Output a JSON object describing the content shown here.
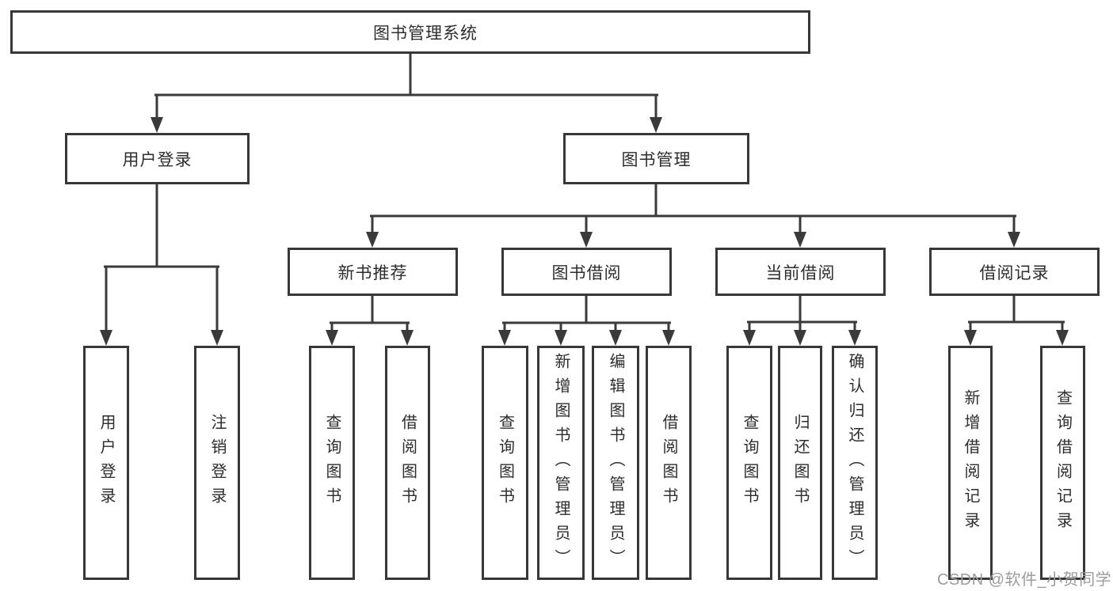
{
  "diagram": {
    "root": {
      "label": "图书管理系统"
    },
    "level2": {
      "user_login": {
        "label": "用户登录",
        "children": [
          "用户登录",
          "注销登录"
        ]
      },
      "book_mgmt": {
        "label": "图书管理"
      }
    },
    "level3": {
      "new_book_recommend": {
        "label": "新书推荐",
        "children": [
          "查询图书",
          "借阅图书"
        ]
      },
      "book_borrow": {
        "label": "图书借阅",
        "children": [
          "查询图书",
          "新增图书（管理员）",
          "编辑图书（管理员）",
          "借阅图书"
        ]
      },
      "current_borrow": {
        "label": "当前借阅",
        "children": [
          "查询图书",
          "归还图书",
          "确认归还（管理员）"
        ]
      },
      "borrow_records": {
        "label": "借阅记录",
        "children": [
          "新增借阅记录",
          "查询借阅记录"
        ]
      }
    }
  },
  "watermark": {
    "text": "CSDN @软件_小贺同学"
  },
  "colors": {
    "line": "#3a3a3a",
    "box_border": "#383838",
    "text": "#2d2d2d",
    "watermark": "#9c9c9c",
    "background": "#ffffff"
  }
}
